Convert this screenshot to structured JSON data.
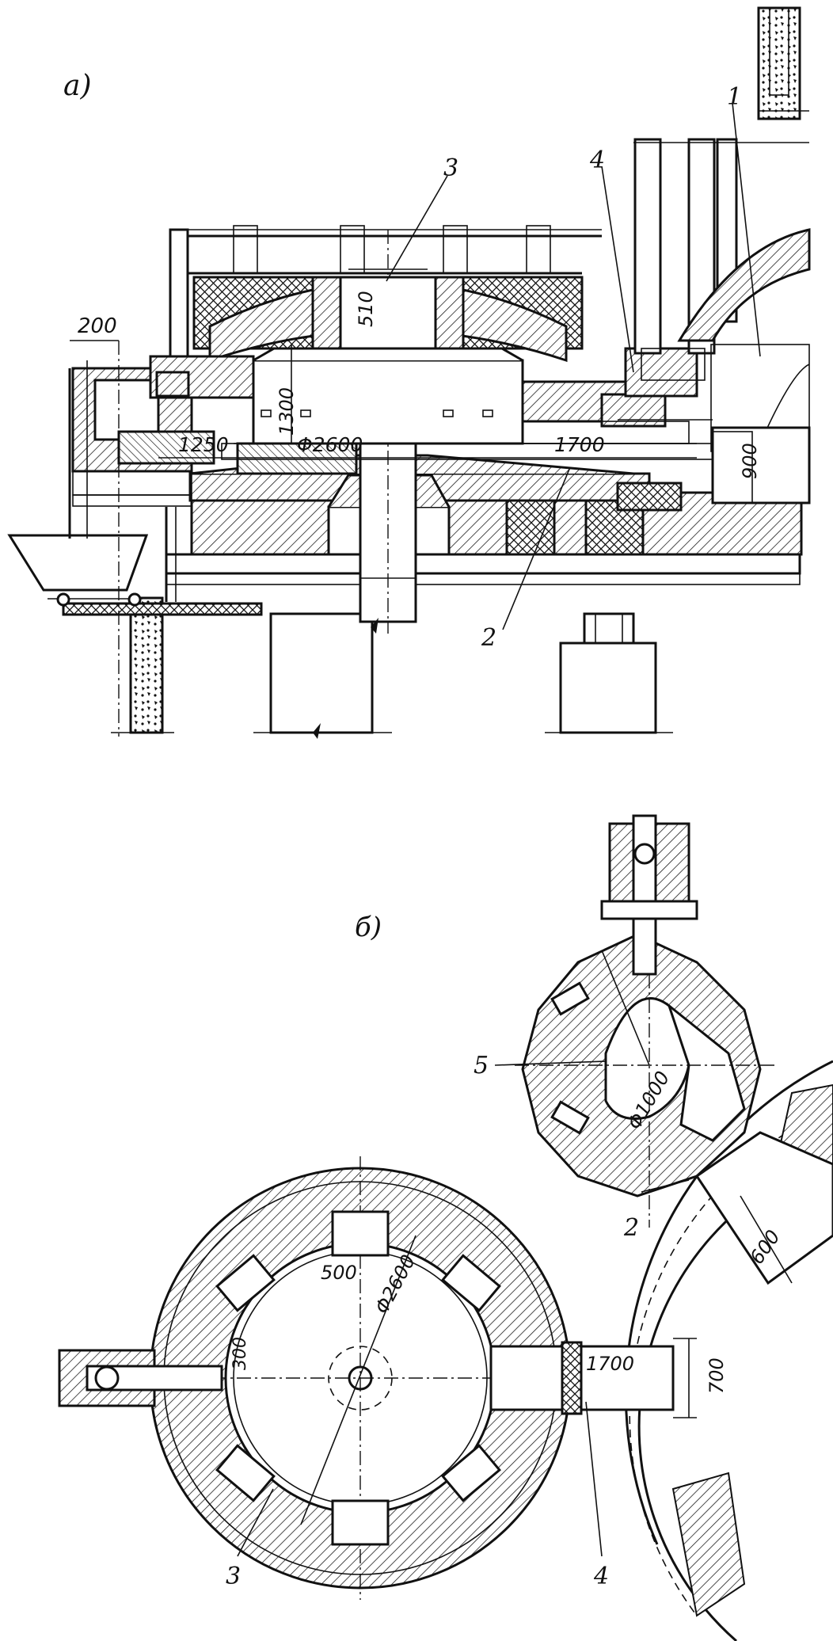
{
  "view_a": {
    "label": "а)",
    "callouts": {
      "n1": "1",
      "n2": "2",
      "n3": "3",
      "n4": "4"
    },
    "dims": {
      "d200": "200",
      "d510": "510",
      "d1300": "1300",
      "d1250": "1250",
      "dphi2600": "Φ2600",
      "d1700": "1700",
      "d900": "900"
    }
  },
  "view_b": {
    "label": "б)",
    "callouts": {
      "n2": "2",
      "n3": "3",
      "n4": "4",
      "n5": "5"
    },
    "dims": {
      "dphi1000": "Φ1000",
      "d600": "600",
      "d500": "500",
      "dphi2600": "Φ2600",
      "d300": "300",
      "d1700": "1700",
      "d700": "700"
    }
  }
}
